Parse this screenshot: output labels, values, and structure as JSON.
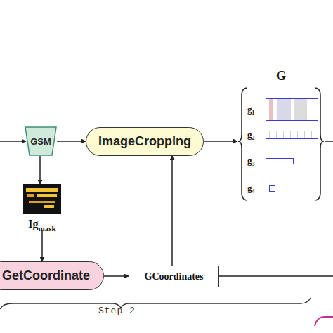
{
  "diagram": {
    "nodes": [
      {
        "text": [
          "GSM"
        ]
      },
      {
        "text": [
          "ImageCropping"
        ]
      },
      {
        "text": [
          "G"
        ]
      },
      {
        "text": [
          "g₁"
        ],
        "in": 2
      },
      {
        "text": [
          "g₂"
        ],
        "in": 2
      },
      {
        "text": [
          "g₃"
        ],
        "in": 2
      },
      {
        "text": [
          "g₄"
        ],
        "in": 2
      },
      {
        "text": [
          "Ig",
          "mask"
        ]
      },
      {
        "text": [
          "GetCoordinate"
        ]
      },
      {
        "text": [
          "GCoordinates"
        ]
      }
    ],
    "edges": [
      {
        "from": 0,
        "to": 1,
        "arrow": "to"
      },
      {
        "from": 1,
        "to": 2,
        "arrow": "to"
      },
      {
        "from": 0,
        "to": 7,
        "arrow": "to"
      },
      {
        "from": 7,
        "to": 8,
        "arrow": "to"
      },
      {
        "from": 8,
        "to": 9,
        "arrow": "to"
      },
      {
        "from": 9,
        "to": 1,
        "arrow": "to"
      }
    ],
    "labels": [
      "Step 2"
    ]
  }
}
